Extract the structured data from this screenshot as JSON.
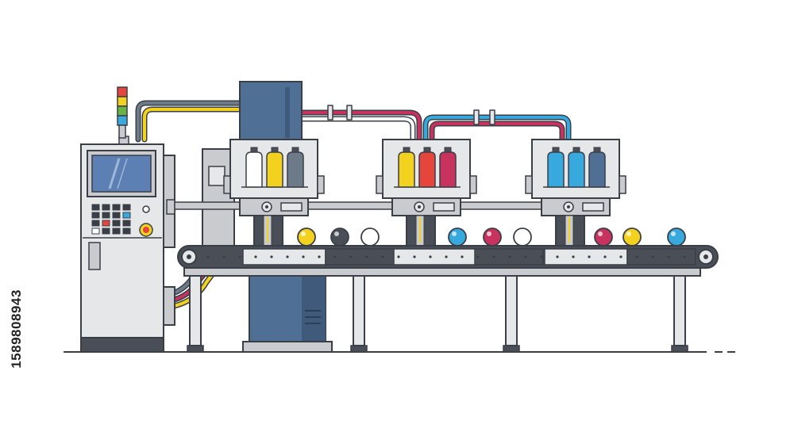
{
  "stock_id": "1589808943",
  "colors": {
    "outline": "#3a3f47",
    "panel_light": "#e6e7e8",
    "panel_mid": "#c9cbce",
    "steel_blue": "#4f6f94",
    "screen_blue": "#5d80b4",
    "belt_dark": "#4a4f57",
    "cyan": "#38a9dd",
    "magenta": "#c8325f",
    "yellow": "#f3d21f",
    "red_ink": "#e5453d",
    "gray_ink": "#6d7a88",
    "white": "#ffffff"
  },
  "signal_tower": [
    "#e5453d",
    "#f3d21f",
    "#67b346",
    "#38a9dd"
  ],
  "stations": [
    {
      "name": "station-1",
      "cartridges": [
        "#ffffff",
        "#f3d21f",
        "#6d7a88"
      ]
    },
    {
      "name": "station-2",
      "cartridges": [
        "#f3d21f",
        "#e5453d",
        "#c8325f"
      ]
    },
    {
      "name": "station-3",
      "cartridges": [
        "#38a9dd",
        "#38a9dd",
        "#4f6f94"
      ]
    }
  ],
  "balls": [
    "#f3d21f",
    "#4a4f57",
    "#ffffff",
    "#38a9dd",
    "#c8325f",
    "#ffffff",
    "#c8325f",
    "#f3d21f",
    "#38a9dd"
  ],
  "keypad_colors": [
    "#38a9dd",
    "#e5453d",
    "#ffffff"
  ]
}
